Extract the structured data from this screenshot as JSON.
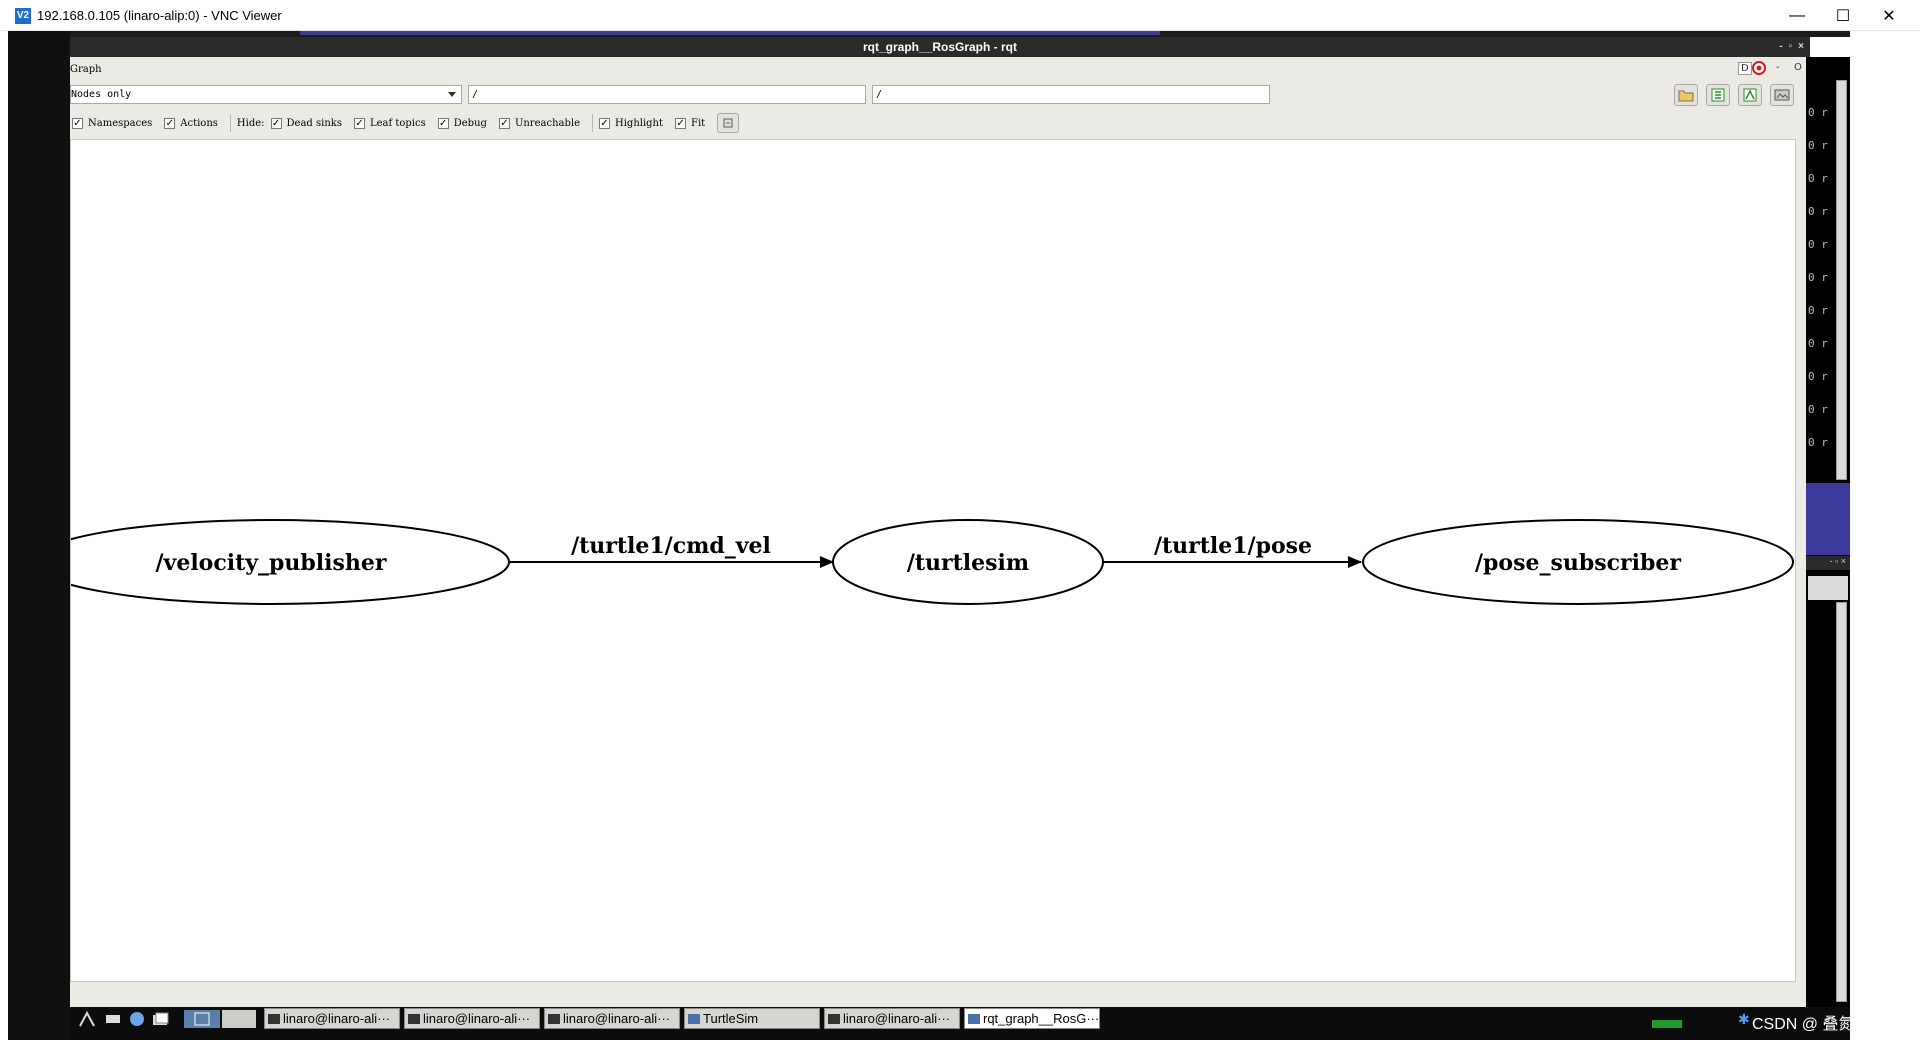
{
  "vnc_window": {
    "logo_text": "V2",
    "title": "192.168.0.105 (linaro-alip:0) - VNC Viewer",
    "minimize_glyph": "—",
    "maximize_glyph": "☐",
    "close_glyph": "✕"
  },
  "rqt_window": {
    "title": "rqt_graph__RosGraph - rqt",
    "title_buttons": [
      "-",
      "▫",
      "×"
    ]
  },
  "plugin": {
    "title": "Graph",
    "badge_text": "D",
    "right_controls": [
      "-",
      "O"
    ]
  },
  "toolbar": {
    "mode_select": "Nodes only",
    "filter_include": "/",
    "filter_exclude": "/",
    "buttons": [
      "load-icon",
      "save-dot-icon",
      "save-svg-icon",
      "save-image-icon"
    ]
  },
  "options": {
    "namespaces": "Namespaces",
    "actions": "Actions",
    "hide_label": "Hide:",
    "dead_sinks": "Dead sinks",
    "leaf_topics": "Leaf topics",
    "debug": "Debug",
    "unreachable": "Unreachable",
    "highlight": "Highlight",
    "fit": "Fit",
    "check_mark": "✓"
  },
  "graph": {
    "nodes": [
      {
        "id": "velocity_publisher",
        "label": "/velocity_publisher"
      },
      {
        "id": "turtlesim",
        "label": "/turtlesim"
      },
      {
        "id": "pose_subscriber",
        "label": "/pose_subscriber"
      }
    ],
    "edges": [
      {
        "from": "velocity_publisher",
        "to": "turtlesim",
        "label": "/turtle1/cmd_vel"
      },
      {
        "from": "turtlesim",
        "to": "pose_subscriber",
        "label": "/turtle1/pose"
      }
    ]
  },
  "terminal_rows": [
    "0 r",
    "0 r",
    "0 r",
    "0 r",
    "0 r",
    "0 r",
    "0 r",
    "0 r",
    "0 r",
    "0 r",
    "0 r"
  ],
  "terminal_controls": [
    "-",
    "▫",
    "×"
  ],
  "taskbar": {
    "tasks": [
      {
        "label": "linaro@linaro-ali···",
        "active": false
      },
      {
        "label": "linaro@linaro-ali···",
        "active": false
      },
      {
        "label": "linaro@linaro-ali···",
        "active": false
      },
      {
        "label": "TurtleSim",
        "active": false
      },
      {
        "label": "linaro@linaro-ali···",
        "active": false
      },
      {
        "label": "rqt_graph__RosG···",
        "active": true
      }
    ],
    "tray_text": "CSDN @ 叠氮酸氧铍"
  },
  "colors": {
    "canvas_bg": "#ffffff",
    "window_bg": "#eceae5",
    "titlebar": "#2a2a2a",
    "accent_purple": "#3b3a9b"
  }
}
